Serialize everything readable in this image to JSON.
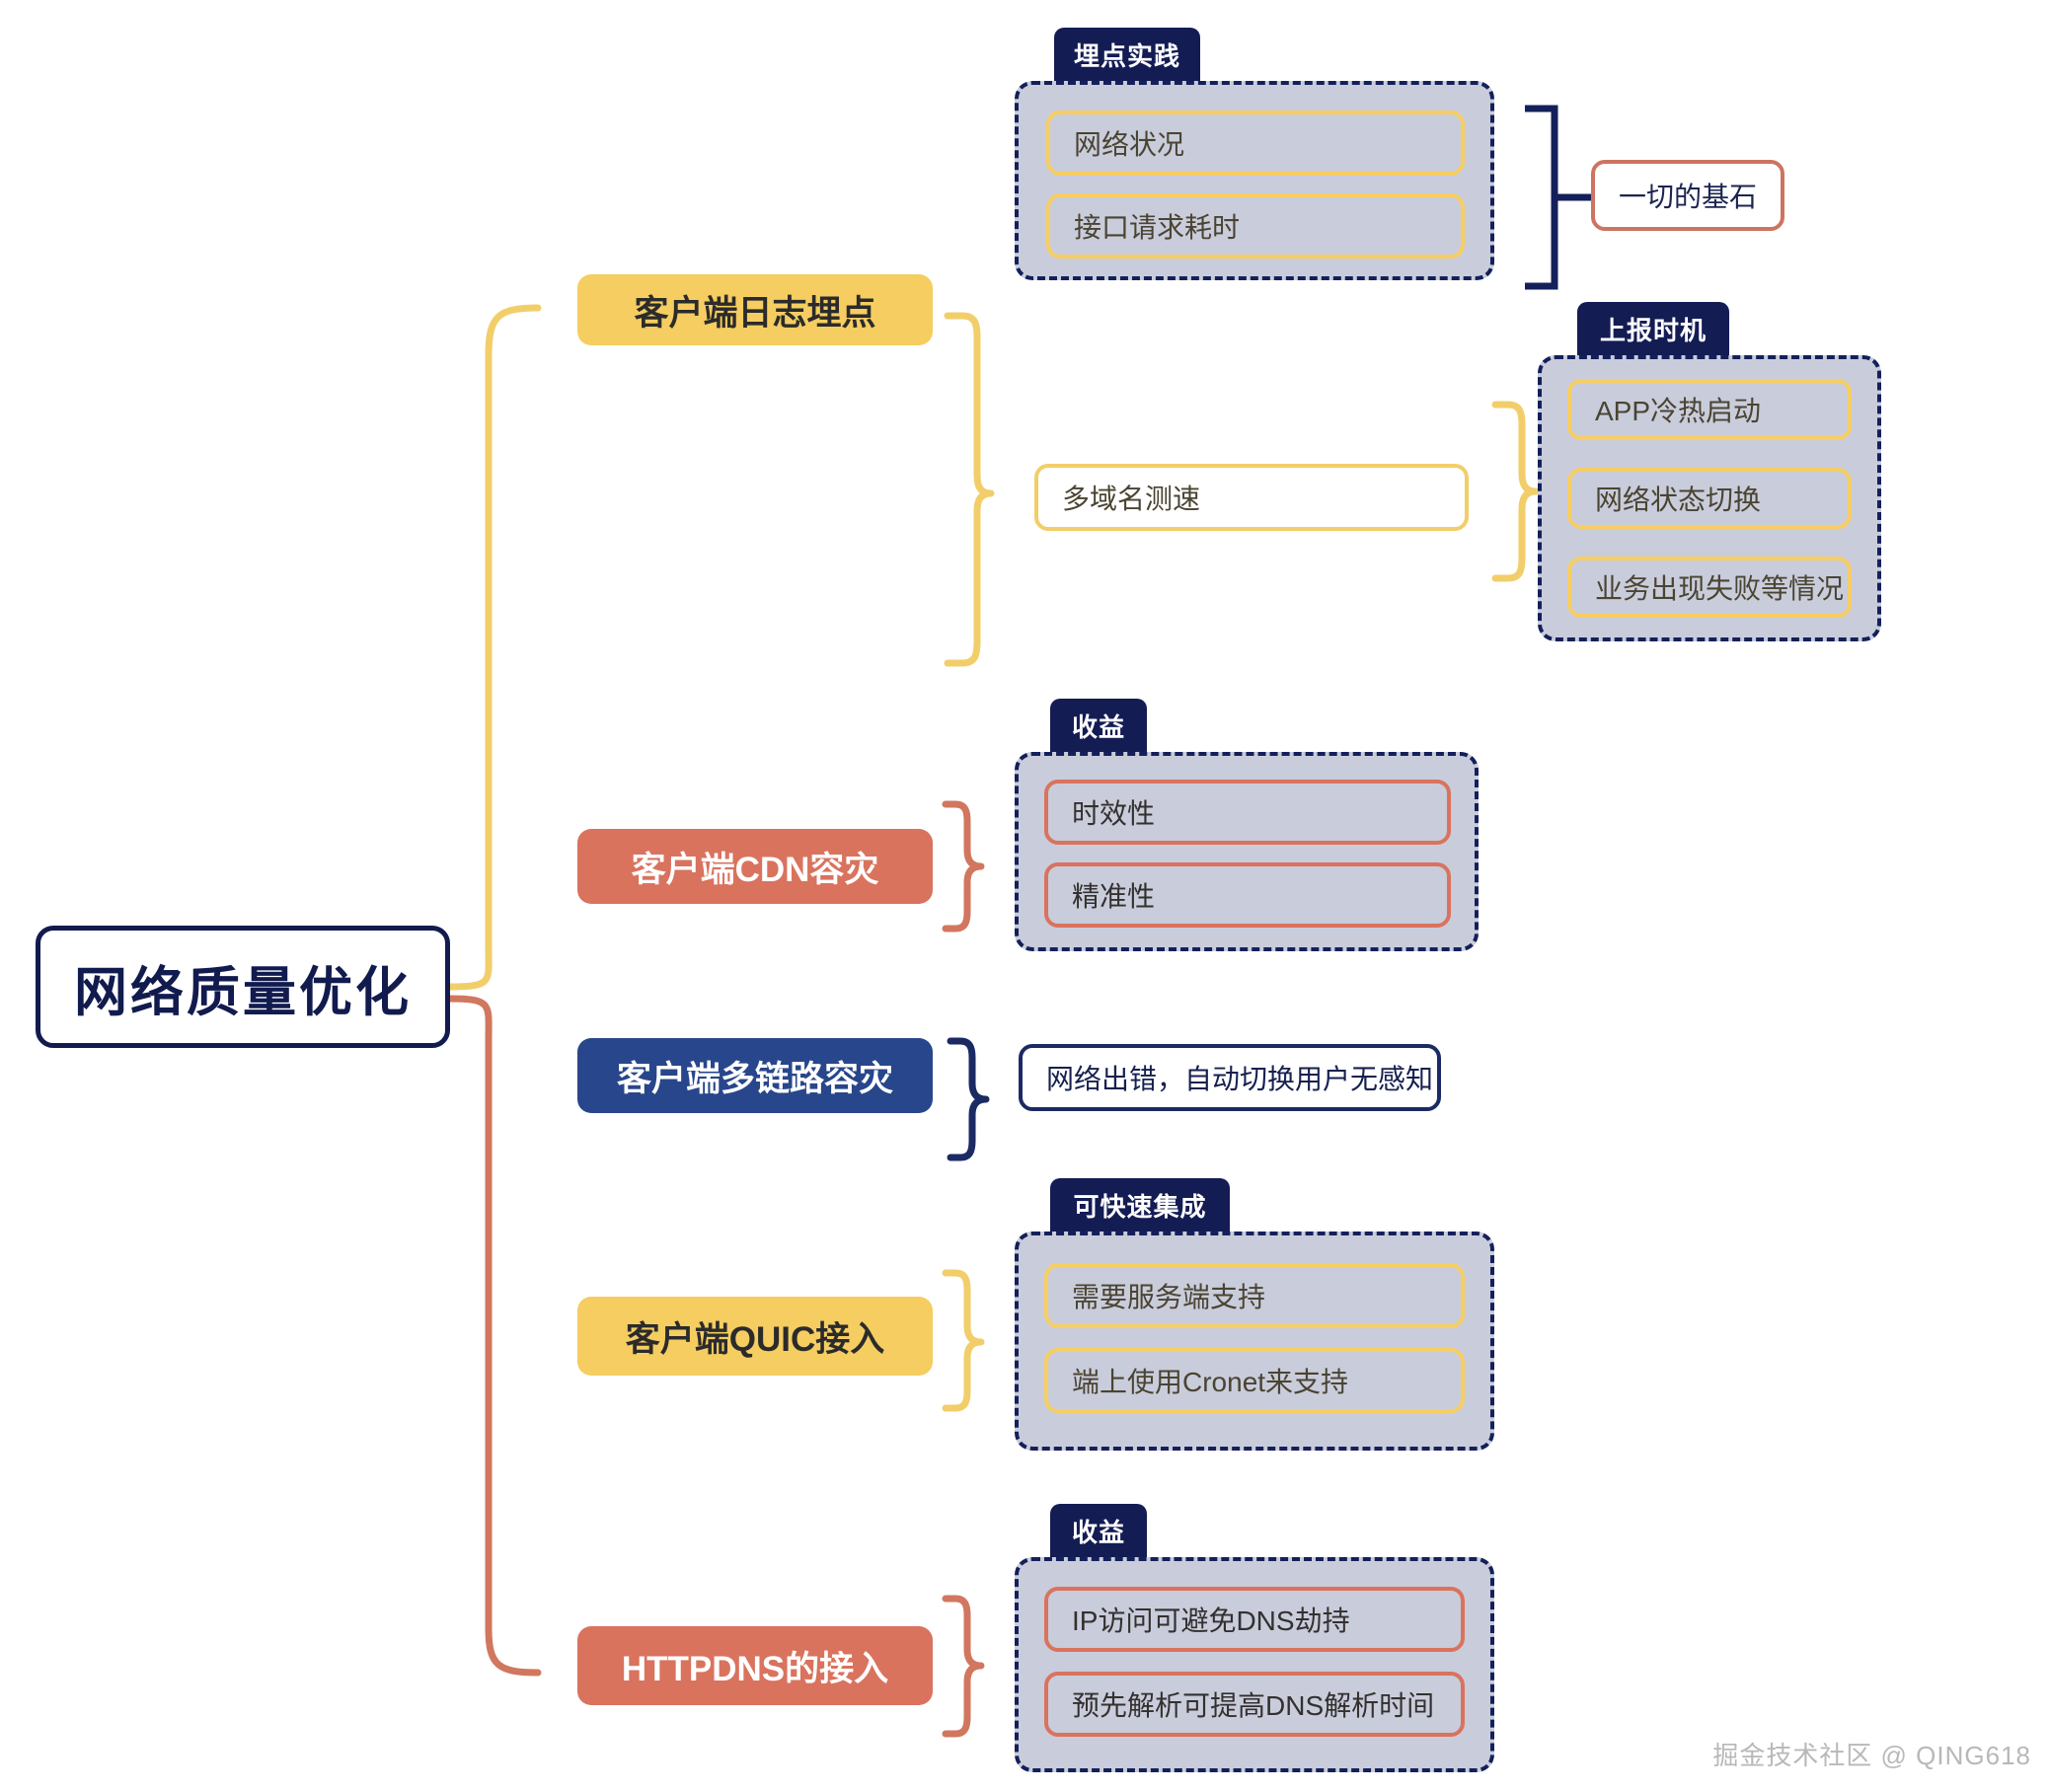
{
  "diagram": {
    "title": "网络质量优化",
    "watermark": "掘金技术社区 @ QING618",
    "colors": {
      "navy": "#111B4E",
      "tab_navy": "#141C54",
      "branch_navy": "#28468B",
      "yellow": "#F5CD60",
      "salmon": "#D9735E",
      "group_fill": "#C9CCDB",
      "group_border": "#14205A"
    },
    "root": {
      "label": "网络质量优化"
    },
    "branches": [
      {
        "label": "客户端日志埋点",
        "color": "yellow",
        "groups": [
          {
            "tab": "埋点实践",
            "items": [
              "网络状况",
              "接口请求耗时"
            ],
            "note": "一切的基石"
          },
          {
            "tab": "上报时机",
            "items": [
              "APP冷热启动",
              "网络状态切换",
              "业务出现失败等情况"
            ]
          }
        ],
        "standalone": [
          "多域名测速"
        ]
      },
      {
        "label": "客户端CDN容灾",
        "color": "salmon",
        "groups": [
          {
            "tab": "收益",
            "items": [
              "时效性",
              "精准性"
            ]
          }
        ]
      },
      {
        "label": "客户端多链路容灾",
        "color": "navy",
        "standalone": [
          "网络出错，自动切换用户无感知"
        ]
      },
      {
        "label": "客户端QUIC接入",
        "color": "yellow",
        "groups": [
          {
            "tab": "可快速集成",
            "items": [
              "需要服务端支持",
              "端上使用Cronet来支持"
            ]
          }
        ]
      },
      {
        "label": "HTTPDNS的接入",
        "color": "salmon",
        "groups": [
          {
            "tab": "收益",
            "items": [
              "IP访问可避免DNS劫持",
              "预先解析可提高DNS解析时间"
            ]
          }
        ]
      }
    ]
  }
}
